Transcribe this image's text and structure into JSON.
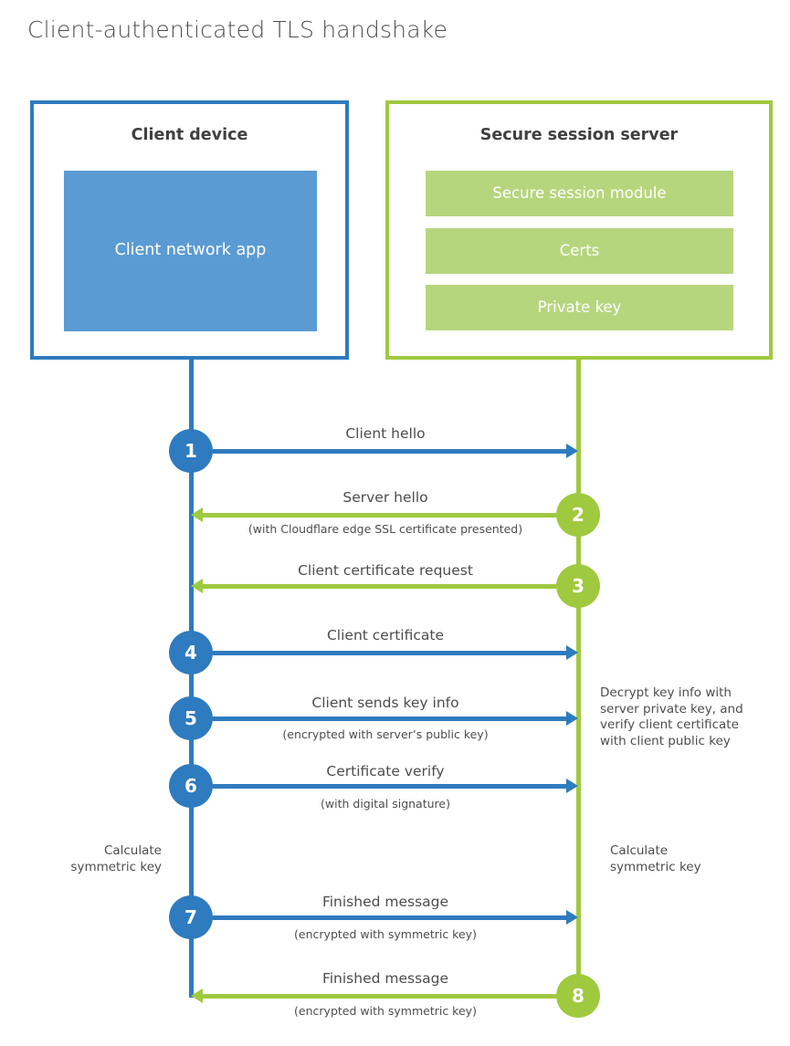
{
  "title": "Client-authenticated TLS handshake",
  "colors": {
    "blue": "#2e7bbf",
    "blue_fill": "#5b9bd3",
    "green": "#9fc93e",
    "green_fill": "#b6d67d",
    "text": "#4d4d4d"
  },
  "client_box": {
    "title": "Client device",
    "app_label": "Client network app"
  },
  "server_box": {
    "title": "Secure session server",
    "modules": [
      {
        "label": "Secure session module"
      },
      {
        "label": "Certs"
      },
      {
        "label": "Private key"
      }
    ]
  },
  "messages": [
    {
      "num": "1",
      "label": "Client hello",
      "sub": "",
      "direction": "right",
      "from": "client"
    },
    {
      "num": "2",
      "label": "Server hello",
      "sub": "(with Cloudflare edge SSL certificate presented)",
      "direction": "left",
      "from": "server"
    },
    {
      "num": "3",
      "label": "Client certificate request",
      "sub": "",
      "direction": "left",
      "from": "server"
    },
    {
      "num": "4",
      "label": "Client certificate",
      "sub": "",
      "direction": "right",
      "from": "client"
    },
    {
      "num": "5",
      "label": "Client sends key info",
      "sub": "(encrypted with server’s public key)",
      "direction": "right",
      "from": "client"
    },
    {
      "num": "6",
      "label": "Certificate verify",
      "sub": "(with digital signature)",
      "direction": "right",
      "from": "client"
    },
    {
      "num": "7",
      "label": "Finished message",
      "sub": "(encrypted with symmetric key)",
      "direction": "right",
      "from": "client"
    },
    {
      "num": "8",
      "label": "Finished message",
      "sub": "(encrypted with symmetric key)",
      "direction": "left",
      "from": "server"
    }
  ],
  "notes": {
    "decrypt": "Decrypt key info with server private key, and verify client certificate with client public key",
    "calc_left": "Calculate symmetric key",
    "calc_right": "Calculate symmetric key"
  }
}
